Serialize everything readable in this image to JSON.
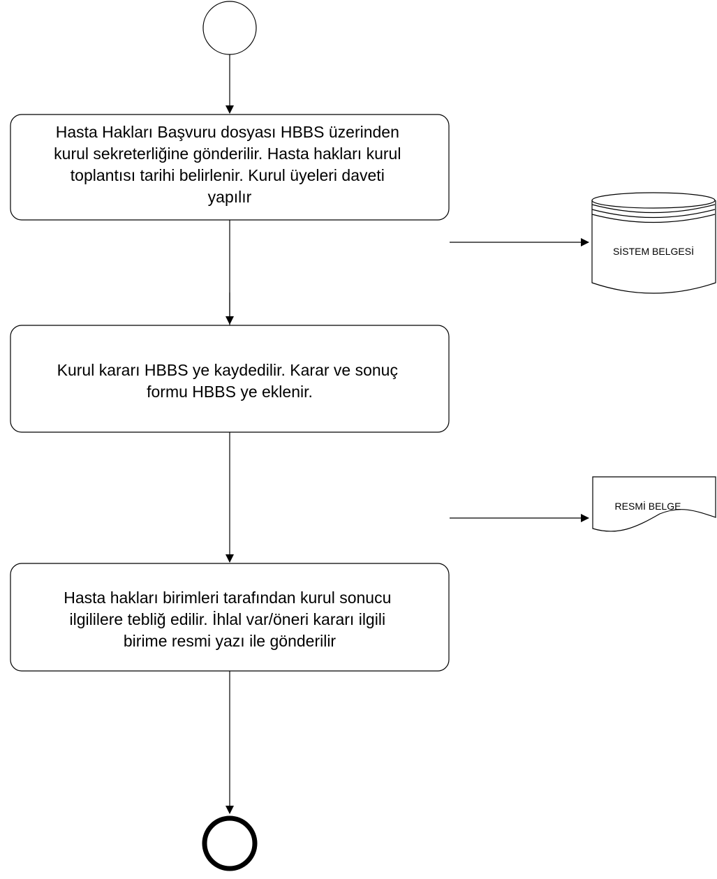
{
  "diagram": {
    "steps": [
      {
        "lines": [
          "Hasta Hakları Başvuru dosyası HBBS üzerinden",
          "kurul sekreterliğine gönderilir. Hasta hakları kurul",
          "toplantısı tarihi belirlenir. Kurul üyeleri daveti",
          "yapılır"
        ]
      },
      {
        "lines": [
          "Kurul kararı HBBS ye kaydedilir. Karar ve sonuç",
          "formu HBBS ye eklenir."
        ]
      },
      {
        "lines": [
          "Hasta hakları birimleri tarafından kurul sonucu",
          "ilgililere tebliğ edilir. İhlal var/öneri kararı ilgili",
          "birime resmi yazı ile gönderilir"
        ]
      }
    ],
    "documents": [
      {
        "type": "database",
        "label": "SİSTEM BELGESİ"
      },
      {
        "type": "document",
        "label": "RESMİ BELGE"
      }
    ]
  }
}
